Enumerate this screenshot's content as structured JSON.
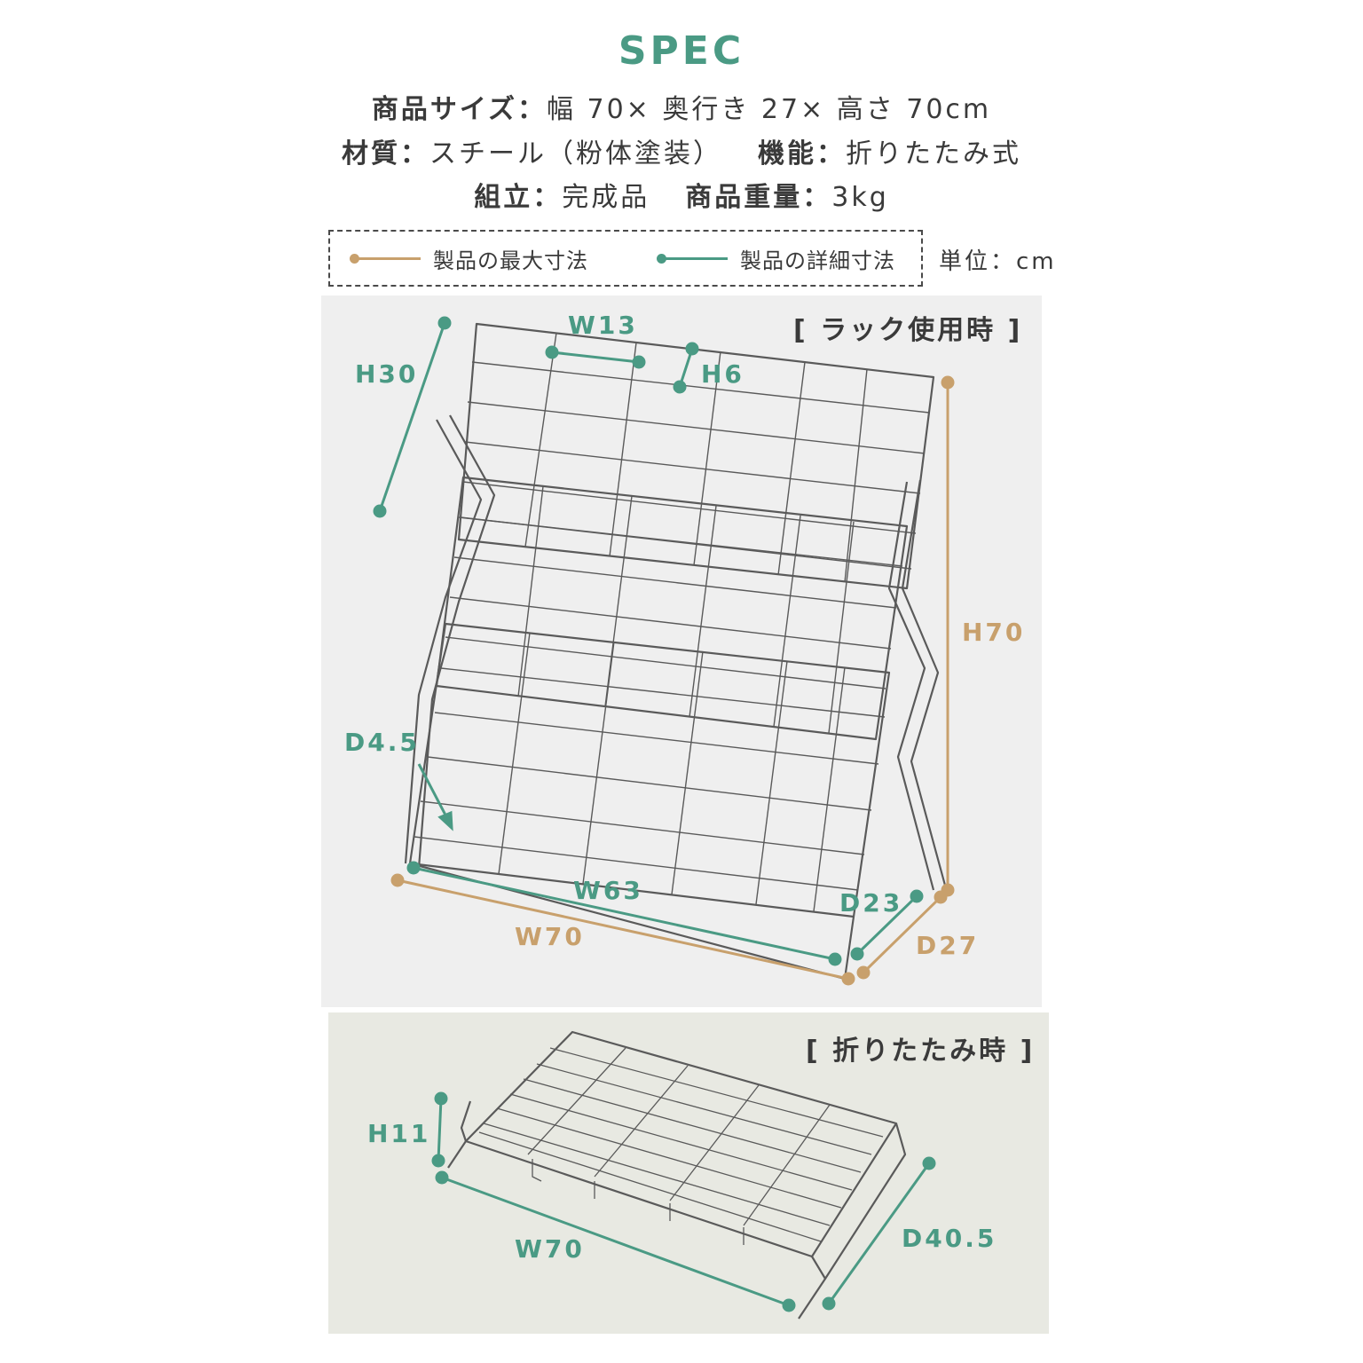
{
  "spec": {
    "title": "SPEC",
    "size_label": "商品サイズ：",
    "size_value": "幅 70× 奥行き 27× 高さ 70cm",
    "material_label": "材質：",
    "material_value": "スチール（粉体塗装）",
    "function_label": "機能：",
    "function_value": "折りたたみ式",
    "assembly_label": "組立：",
    "assembly_value": "完成品",
    "weight_label": "商品重量：",
    "weight_value": "3kg"
  },
  "legend": {
    "max_label": "製品の最大寸法",
    "detail_label": "製品の詳細寸法",
    "unit": "単位：cm",
    "colors": {
      "max": "#c8a06c",
      "detail": "#4a9a84"
    }
  },
  "rack_panel": {
    "title": "[ ラック使用時 ]",
    "dims": {
      "h30": "H30",
      "w13": "W13",
      "h6": "H6",
      "h70": "H70",
      "d45": "D4.5",
      "w63": "W63",
      "w70": "W70",
      "d23": "D23",
      "d27": "D27"
    }
  },
  "folded_panel": {
    "title": "[ 折りたたみ時 ]",
    "dims": {
      "h11": "H11",
      "w70": "W70",
      "d405": "D40.5"
    }
  }
}
